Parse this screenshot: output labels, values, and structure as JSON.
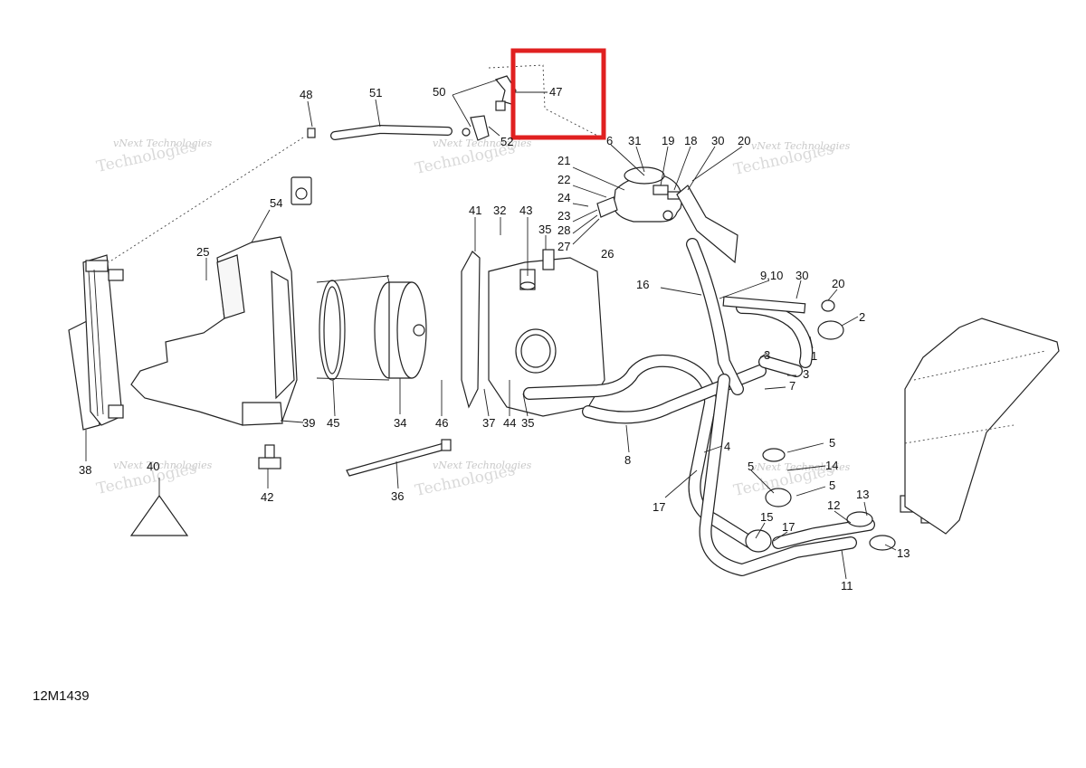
{
  "diagram_code": "12M1439",
  "highlight": {
    "color": "#e02020",
    "label": "47"
  },
  "watermark": {
    "line1": "vNext Technologies",
    "line2": "Technologies"
  },
  "callouts": {
    "c48": "48",
    "c51": "51",
    "c50": "50",
    "c47": "47",
    "c52": "52",
    "c6": "6",
    "c31": "31",
    "c19": "19",
    "c18": "18",
    "c30a": "30",
    "c20a": "20",
    "c21": "21",
    "c22": "22",
    "c24": "24",
    "c23": "23",
    "c28": "28",
    "c27": "27",
    "c26": "26",
    "c54": "54",
    "c25": "25",
    "c41": "41",
    "c32": "32",
    "c43": "43",
    "c35a": "35",
    "c16": "16",
    "c910": "9,10",
    "c30b": "30",
    "c20b": "20",
    "c2": "2",
    "c1": "1",
    "c3a": "3",
    "c3b": "3",
    "c7": "7",
    "c38": "38",
    "c39": "39",
    "c45": "45",
    "c34": "34",
    "c46": "46",
    "c37": "37",
    "c44": "44",
    "c35b": "35",
    "c8": "8",
    "c4": "4",
    "c5a": "5",
    "c5b": "5",
    "c14": "14",
    "c5c": "5",
    "c40": "40",
    "c42": "42",
    "c36": "36",
    "c17a": "17",
    "c15": "15",
    "c17b": "17",
    "c12": "12",
    "c13a": "13",
    "c13b": "13",
    "c11": "11"
  }
}
